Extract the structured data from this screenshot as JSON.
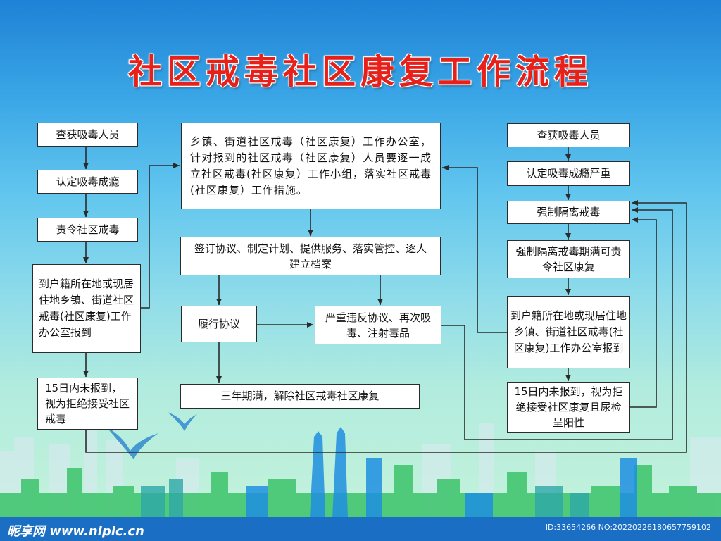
{
  "title": "社区戒毒社区康复工作流程",
  "left_column": {
    "b1": "查获吸毒人员",
    "b2": "认定吸毒成瘾",
    "b3": "责令社区戒毒",
    "b4": "到户籍所在地或现居住地乡镇、街道社区戒毒(社区康复)工作办公室报到",
    "b5": "15日内未报到，视为拒绝接受社区戒毒"
  },
  "center_column": {
    "c1": "乡镇、街道社区戒毒（社区康复）工作办公室，针对报到的社区戒毒（社区康复）人员要逐一成立社区戒毒(社区康复）工作小组，落实社区戒毒(社区康复）工作措施。",
    "c2": "签订协议、制定计划、提供服务、落实管控、逐人建立档案",
    "c3": "履行协议",
    "c4": "严重违反协议、再次吸毒、注射毒品",
    "c5": "三年期满，解除社区戒毒社区康复"
  },
  "right_column": {
    "r1": "查获吸毒人员",
    "r2": "认定吸毒成瘾严重",
    "r3": "强制隔离戒毒",
    "r4": "强制隔离戒毒期满可责令社区康复",
    "r5": "到户籍所在地或现居住地乡镇、街道社区戒毒(社区康复)工作办公室报到",
    "r6": "15日内未报到，视为拒绝接受社区康复且尿检呈阳性"
  },
  "watermark": {
    "brand": "昵享网 www.nipic.cn",
    "id": "ID:33654266 NO:20220226180657759102"
  },
  "colors": {
    "title": "#e8201a",
    "sky_top": "#1f82d6",
    "sky_bottom": "#c6f3da",
    "footer": "#1a6fc4"
  }
}
